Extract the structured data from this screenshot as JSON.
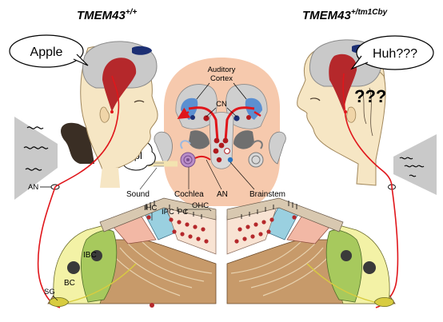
{
  "titles": {
    "left_gene": "TMEM43",
    "left_sup": "+/+",
    "right_gene": "TMEM43",
    "right_sup": "+/tm1Cby"
  },
  "speech": {
    "left": "Apple",
    "right": "Huh???",
    "confusion": "???",
    "sound_word": "æpl"
  },
  "labels": {
    "auditory_cortex_line1": "Auditory",
    "auditory_cortex_line2": "Cortex",
    "cn": "CN",
    "an_left": "AN",
    "sound": "Sound",
    "cochlea": "Cochlea",
    "an": "AN",
    "brainstem": "Brainstem",
    "ihc": "IHC",
    "ipc": "IPC",
    "pc": "PC",
    "ohc": "OHC",
    "ibc": "IBC",
    "bc": "BC",
    "sg": "SG"
  },
  "colors": {
    "nerve_red": "#e0161b",
    "brain_gray": "#c8c8c8",
    "brain_red": "#b5282b",
    "skin": "#f6e6c4",
    "head_pink": "#f6c9ad",
    "blue_region": "#5b8fd1",
    "sound_gray": "#c9c9c9",
    "support_yellow": "#f3f2a6",
    "support_green": "#a7c95d",
    "fiber_brown": "#c79a6a"
  }
}
